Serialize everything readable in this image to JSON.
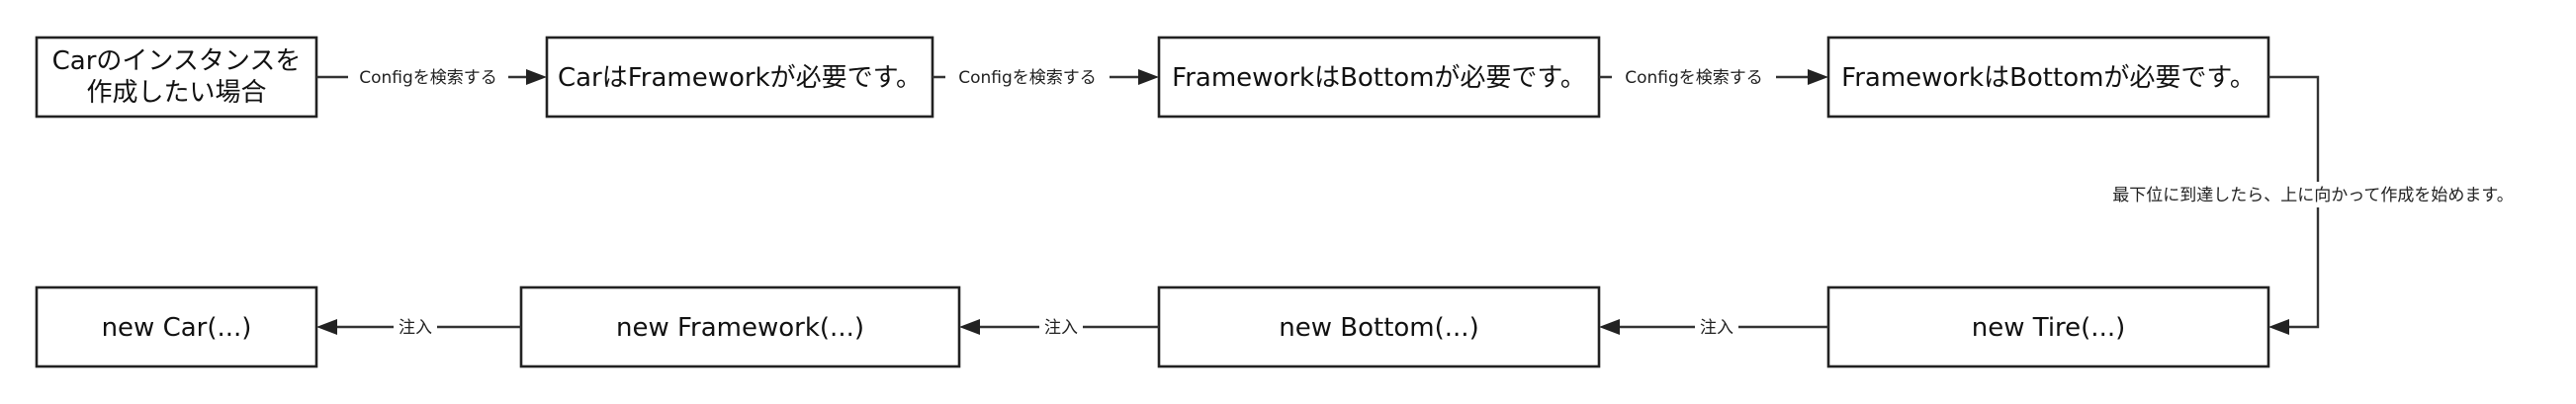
{
  "nodes": {
    "car_instance": {
      "line1": "Carのインスタンスを",
      "line2": "作成したい場合"
    },
    "car_needs_framework": "CarはFrameworkが必要です。",
    "framework_needs_bottom_1": "FrameworkはBottomが必要です。",
    "framework_needs_bottom_2": "FrameworkはBottomが必要です。",
    "new_car": "new Car(...)",
    "new_framework": "new Framework(...)",
    "new_bottom": "new Bottom(...)",
    "new_tire": "new Tire(...)"
  },
  "edges": {
    "search_config_1": "Configを検索する",
    "search_config_2": "Configを検索する",
    "search_config_3": "Configを検索する",
    "bottom_reached": "最下位に到達したら、上に向かって作成を始めます。",
    "inject_1": "注入",
    "inject_2": "注入",
    "inject_3": "注入"
  },
  "colors": {
    "stroke": "#222222",
    "fill": "#ffffff",
    "text": "#111111"
  }
}
